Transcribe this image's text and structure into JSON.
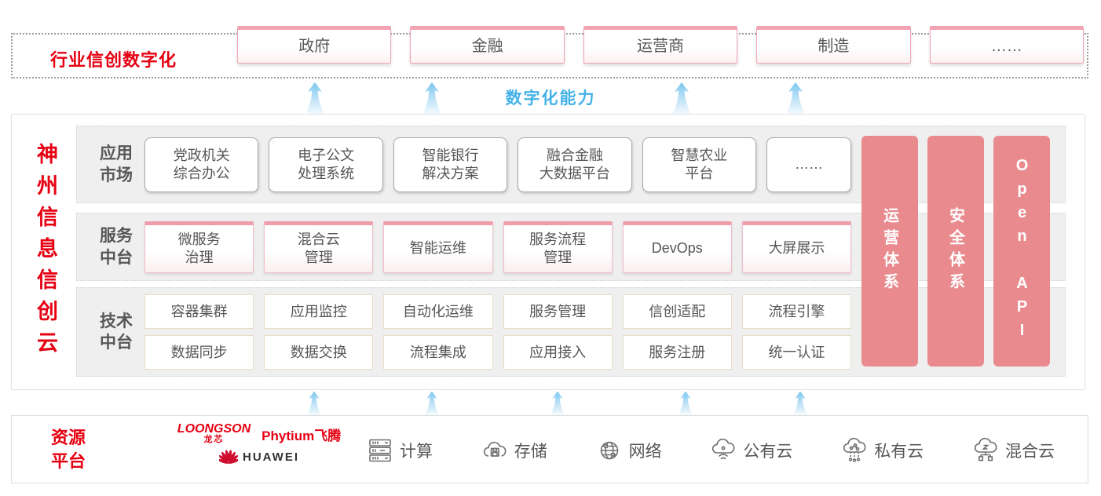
{
  "top": {
    "label": "行业信创数字化",
    "industries": [
      "政府",
      "金融",
      "运营商",
      "制造",
      "……"
    ]
  },
  "capability": {
    "label": "数字化能力"
  },
  "platform": {
    "title": "神州信息信创云",
    "app_row": {
      "label": "应用\n市场",
      "items": [
        "党政机关\n综合办公",
        "电子公文\n处理系统",
        "智能银行\n解决方案",
        "融合金融\n大数据平台",
        "智慧农业\n平台",
        "……"
      ]
    },
    "service_row": {
      "label": "服务\n中台",
      "items": [
        "微服务\n治理",
        "混合云\n管理",
        "智能运维",
        "服务流程\n管理",
        "DevOps",
        "大屏展示"
      ]
    },
    "tech_row": {
      "label": "技术\n中台",
      "row1": [
        "容器集群",
        "应用监控",
        "自动化运维",
        "服务管理",
        "信创适配",
        "流程引擎"
      ],
      "row2": [
        "数据同步",
        "数据交换",
        "流程集成",
        "应用接入",
        "服务注册",
        "统一认证"
      ]
    },
    "pillars": [
      "运营体系",
      "安全体系",
      "Open API"
    ]
  },
  "resources": {
    "label": "资源\n平台",
    "vendors": {
      "loongson": "LOONGSON",
      "loongson_cn": "龙芯",
      "phytium": "Phytium飞腾",
      "huawei": "HUAWEI"
    },
    "items": [
      {
        "icon": "compute-icon",
        "label": "计算"
      },
      {
        "icon": "storage-icon",
        "label": "存储"
      },
      {
        "icon": "network-icon",
        "label": "网络"
      },
      {
        "icon": "public-cloud-icon",
        "label": "公有云"
      },
      {
        "icon": "private-cloud-icon",
        "label": "私有云"
      },
      {
        "icon": "hybrid-cloud-icon",
        "label": "混合云"
      }
    ]
  },
  "colors": {
    "accent_red": "#e60012",
    "accent_blue": "#45b2e8",
    "pillar_pink": "#e98b8e"
  }
}
